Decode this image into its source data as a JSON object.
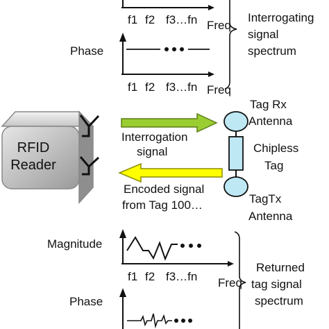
{
  "top_spectrum": {
    "magnitude_ticks": [
      "f1",
      "f2",
      "f3…fn"
    ],
    "magnitude_freq_label": "Freq",
    "phase_label": "Phase",
    "phase_ticks": [
      "f1",
      "f2",
      "f3…fn"
    ],
    "phase_freq_label": "Freq",
    "brace_label_lines": [
      "Interrogating",
      "signal",
      "spectrum"
    ]
  },
  "reader": {
    "label_lines": [
      "RFID",
      "Reader"
    ],
    "body_color": "#b8b8b8"
  },
  "interrogation_arrow": {
    "label_lines": [
      "Interrogation",
      "signal"
    ],
    "color": "#9acd32"
  },
  "encoded_arrow": {
    "label_lines": [
      "Encoded signal",
      "from Tag 100…"
    ],
    "color": "#ffff00"
  },
  "tag": {
    "rx_label_lines": [
      "Tag Rx",
      "Antenna"
    ],
    "chip_label_lines": [
      "Chipless",
      "Tag"
    ],
    "tx_label_lines": [
      "TagTx",
      "Antenna"
    ],
    "fill_color": "#bde8f4"
  },
  "bottom_spectrum": {
    "magnitude_label": "Magnitude",
    "magnitude_ticks": [
      "f1",
      "f2",
      "f3…fn"
    ],
    "magnitude_freq_label": "Freq",
    "phase_label": "Phase",
    "brace_label_lines": [
      "Returned",
      "tag signal",
      "spectrum"
    ]
  },
  "icons": [
    "antenna-icon",
    "dots-icon"
  ]
}
